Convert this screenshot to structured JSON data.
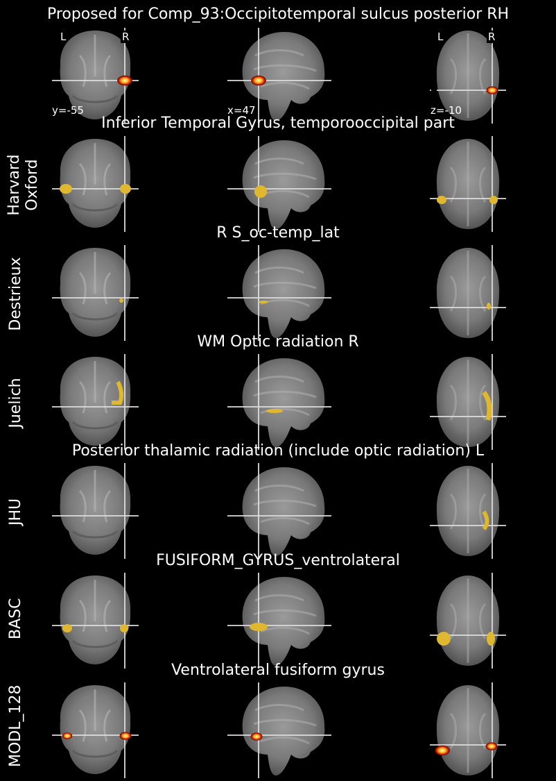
{
  "figure": {
    "title": "Proposed for Comp_93:Occipitotemporal sulcus posterior RH",
    "coords": {
      "coronal": "y=-55",
      "sagittal": "x=47",
      "axial": "z=-10"
    },
    "orientation_labels": {
      "left": "L",
      "right": "R"
    }
  },
  "rows": [
    {
      "atlas": "Harvard\nOxford",
      "region": "Inferior Temporal Gyrus, temporooccipital part"
    },
    {
      "atlas": "Destrieux",
      "region": "R S_oc-temp_lat"
    },
    {
      "atlas": "Juelich",
      "region": "WM Optic radiation R"
    },
    {
      "atlas": "JHU",
      "region": "Posterior thalamic radiation (include optic radiation) L"
    },
    {
      "atlas": "BASC",
      "region": "FUSIFORM_GYRUS_ventrolateral"
    },
    {
      "atlas": "MODL_128",
      "region": "Ventrolateral fusiform gyrus"
    }
  ],
  "colors": {
    "background": "#000000",
    "atlas_overlay": "#e0b830",
    "heat_low": "#cc1a00",
    "heat_high": "#ffffc0"
  }
}
